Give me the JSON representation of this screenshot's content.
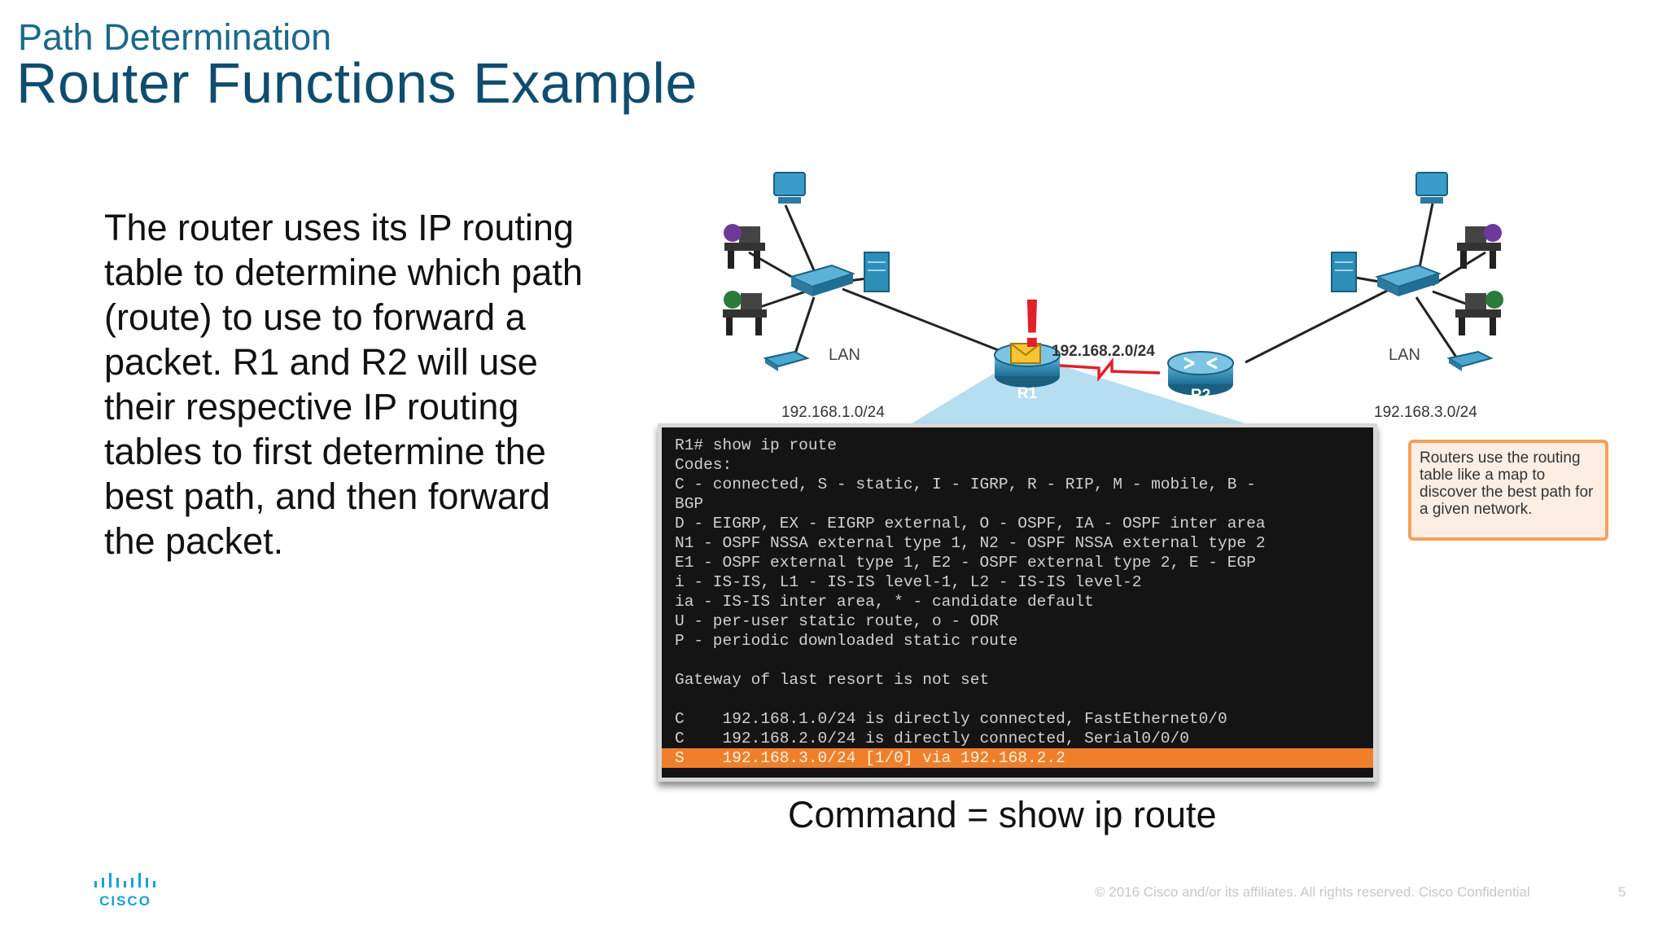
{
  "slide": {
    "subtitle": "Path Determination",
    "title": "Router Functions Example",
    "body": "The router uses its IP routing table to determine which path (route) to use to forward a packet. R1 and R2 will use their respective IP routing tables to first determine the best path, and then forward the packet.",
    "caption": "Command = show ip route",
    "callout": "Routers use the routing table like a map to discover the best path for a given network.",
    "copyright": "© 2016 Cisco and/or its affiliates. All rights reserved.   Cisco Confidential",
    "page_number": "5",
    "logo_text": "CISCO"
  },
  "diagram": {
    "lan_left": "LAN",
    "lan_right": "LAN",
    "net_left": "192.168.1.0/24",
    "net_middle": "192.168.2.0/24",
    "net_right": "192.168.3.0/24",
    "router1": "R1",
    "router2": "R2",
    "alert": "!"
  },
  "terminal": {
    "lines": [
      "R1# show ip route",
      "Codes:",
      "C - connected, S - static, I - IGRP, R - RIP, M - mobile, B -",
      "BGP",
      "D - EIGRP, EX - EIGRP external, O - OSPF, IA - OSPF inter area",
      "N1 - OSPF NSSA external type 1, N2 - OSPF NSSA external type 2",
      "E1 - OSPF external type 1, E2 - OSPF external type 2, E - EGP",
      "i - IS-IS, L1 - IS-IS level-1, L2 - IS-IS level-2",
      "ia - IS-IS inter area, * - candidate default",
      "U - per-user static route, o - ODR",
      "P - periodic downloaded static route",
      "",
      "Gateway of last resort is not set",
      "",
      "C    192.168.1.0/24 is directly connected, FastEthernet0/0",
      "C    192.168.2.0/24 is directly connected, Serial0/0/0",
      "S    192.168.3.0/24 [1/0] via 192.168.2.2"
    ],
    "highlight_line": 16
  },
  "colors": {
    "title": "#0f4d6e",
    "highlight": "#f07f2b",
    "callout_border": "#f5a05a",
    "device_blue": "#2d8fb8"
  }
}
